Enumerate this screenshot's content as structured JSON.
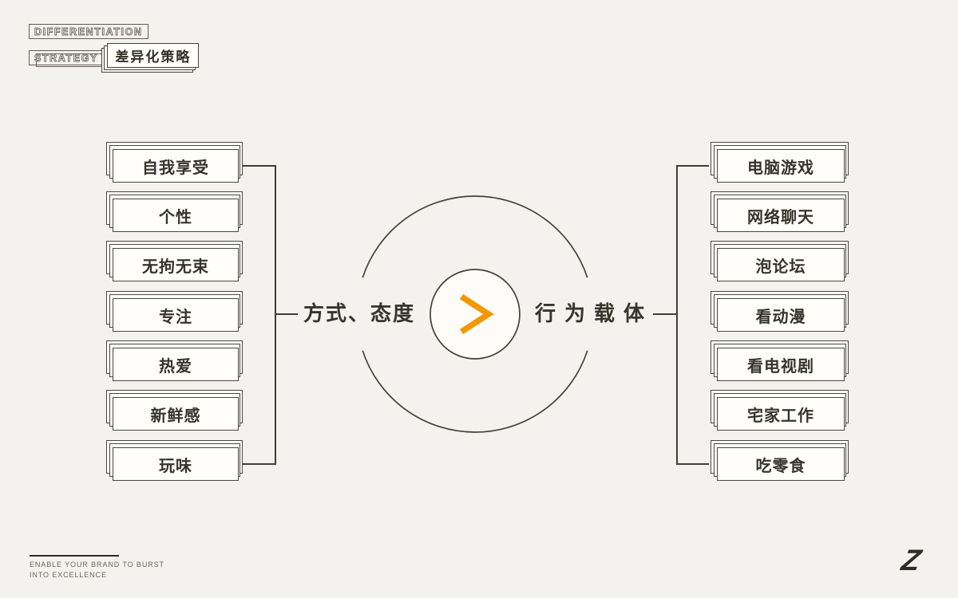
{
  "title_block": {
    "en_line1": "DIFFERENTIATION",
    "en_line2": "STRATEGY",
    "zh_title": "差异化策略"
  },
  "left_group": {
    "label": "方式、态度",
    "items": [
      "自我享受",
      "个性",
      "无拘无束",
      "专注",
      "热爱",
      "新鲜感",
      "玩味"
    ]
  },
  "right_group": {
    "label": "行为载体",
    "items": [
      "电脑游戏",
      "网络聊天",
      "泡论坛",
      "看动漫",
      "看电视剧",
      "宅家工作",
      "吃零食"
    ]
  },
  "center": {
    "symbol": ">"
  },
  "footer": {
    "tagline_line1": "ENABLE YOUR BRAND TO BURST",
    "tagline_line2": "INTO EXCELLENCE",
    "logo_letter": "Z"
  },
  "colors": {
    "background": "#f4f2ee",
    "ink": "#37332d",
    "line": "#403c37",
    "accent_orange": "#f39800",
    "box_fill": "#fffefb"
  }
}
